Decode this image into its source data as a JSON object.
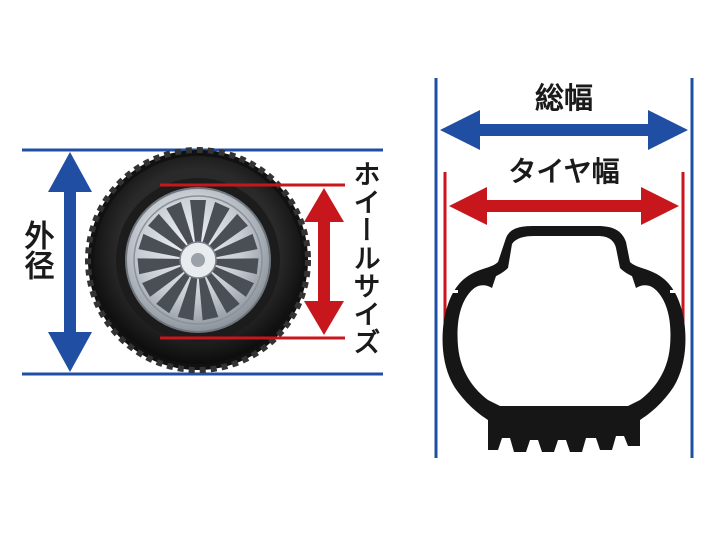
{
  "labels": {
    "outer_diameter": "外径",
    "wheel_size": "ホイールサイズ",
    "overall_width": "総幅",
    "tire_width": "タイヤ幅"
  },
  "colors": {
    "blue": "#1f4ea3",
    "red": "#c8161d",
    "tire": "#161616",
    "rim": "#cfd3d8",
    "background": "#ffffff"
  },
  "icons": {
    "wheel": "tire-wheel-side-view-icon",
    "section": "tire-cross-section-icon"
  }
}
